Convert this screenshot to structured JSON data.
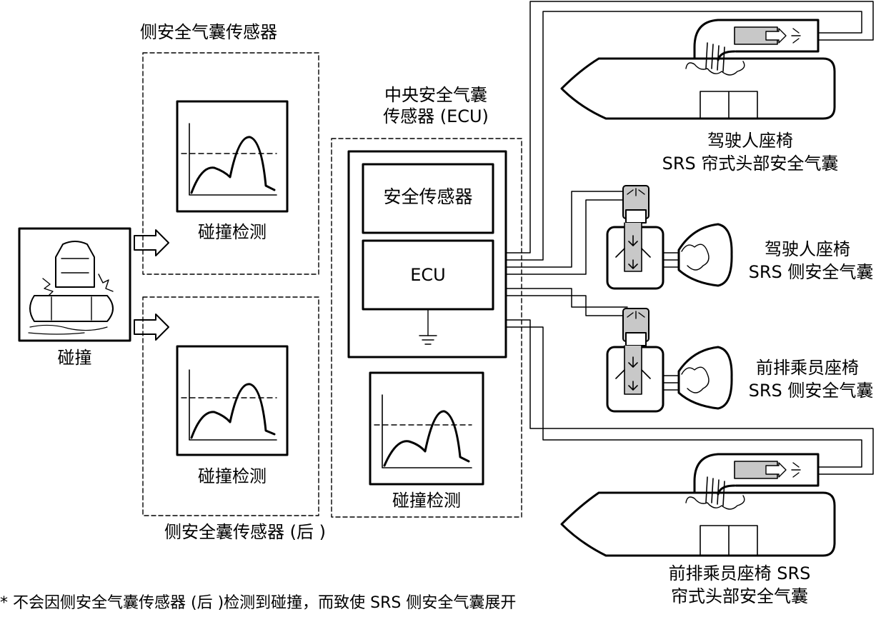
{
  "labels": {
    "side_sensor_front": "侧安全气囊传感器",
    "side_sensor_rear": "侧安全囊传感器 (后 )",
    "central_sensor_line1": "中央安全气囊",
    "central_sensor_line2": "传感器 (ECU)",
    "safety_sensor": "安全传感器",
    "ecu": "ECU",
    "crash": "碰撞",
    "crash_detect": "碰撞检测",
    "driver_curtain_line1": "驾驶人座椅",
    "driver_curtain_line2": "SRS 帘式头部安全气囊",
    "driver_side_line1": "驾驶人座椅",
    "driver_side_line2": "SRS 侧安全气囊",
    "passenger_side_line1": "前排乘员座椅",
    "passenger_side_line2": "SRS 侧安全气囊",
    "passenger_curtain_line1": "前排乘员座椅 SRS",
    "passenger_curtain_line2": "帘式头部安全气囊",
    "footnote": "* 不会因侧安全气囊传感器 (后 )检测到碰撞，而致使 SRS 侧安全气囊展开"
  },
  "colors": {
    "stroke": "#000000",
    "fill_gray": "#c8c8c8",
    "background": "#ffffff"
  }
}
